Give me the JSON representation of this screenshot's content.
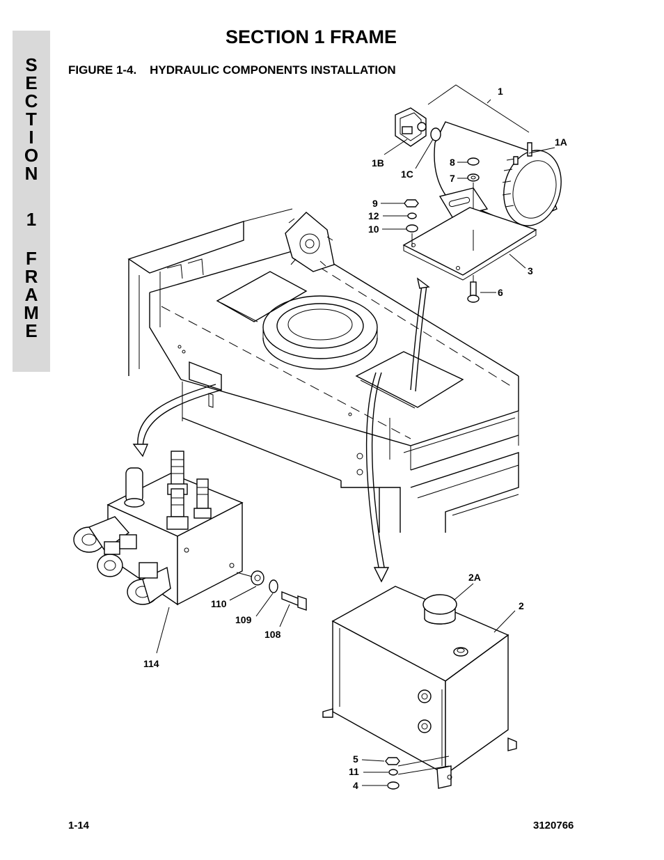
{
  "side_tab": {
    "letters": [
      "S",
      "E",
      "C",
      "T",
      "I",
      "O",
      "N",
      "",
      "1",
      "",
      "F",
      "R",
      "A",
      "M",
      "E"
    ]
  },
  "header": {
    "title": "SECTION 1  FRAME",
    "figure_caption": "FIGURE 1-4.    HYDRAULIC COMPONENTS INSTALLATION"
  },
  "callouts": {
    "c1": "1",
    "c1A": "1A",
    "c1B": "1B",
    "c1C": "1C",
    "c8": "8",
    "c7": "7",
    "c9": "9",
    "c12": "12",
    "c10": "10",
    "c3": "3",
    "c6": "6",
    "c2A": "2A",
    "c2": "2",
    "c110": "110",
    "c109": "109",
    "c108": "108",
    "c114": "114",
    "c5": "5",
    "c11": "11",
    "c4": "4"
  },
  "footer": {
    "page_number": "1-14",
    "doc_number": "3120766"
  }
}
